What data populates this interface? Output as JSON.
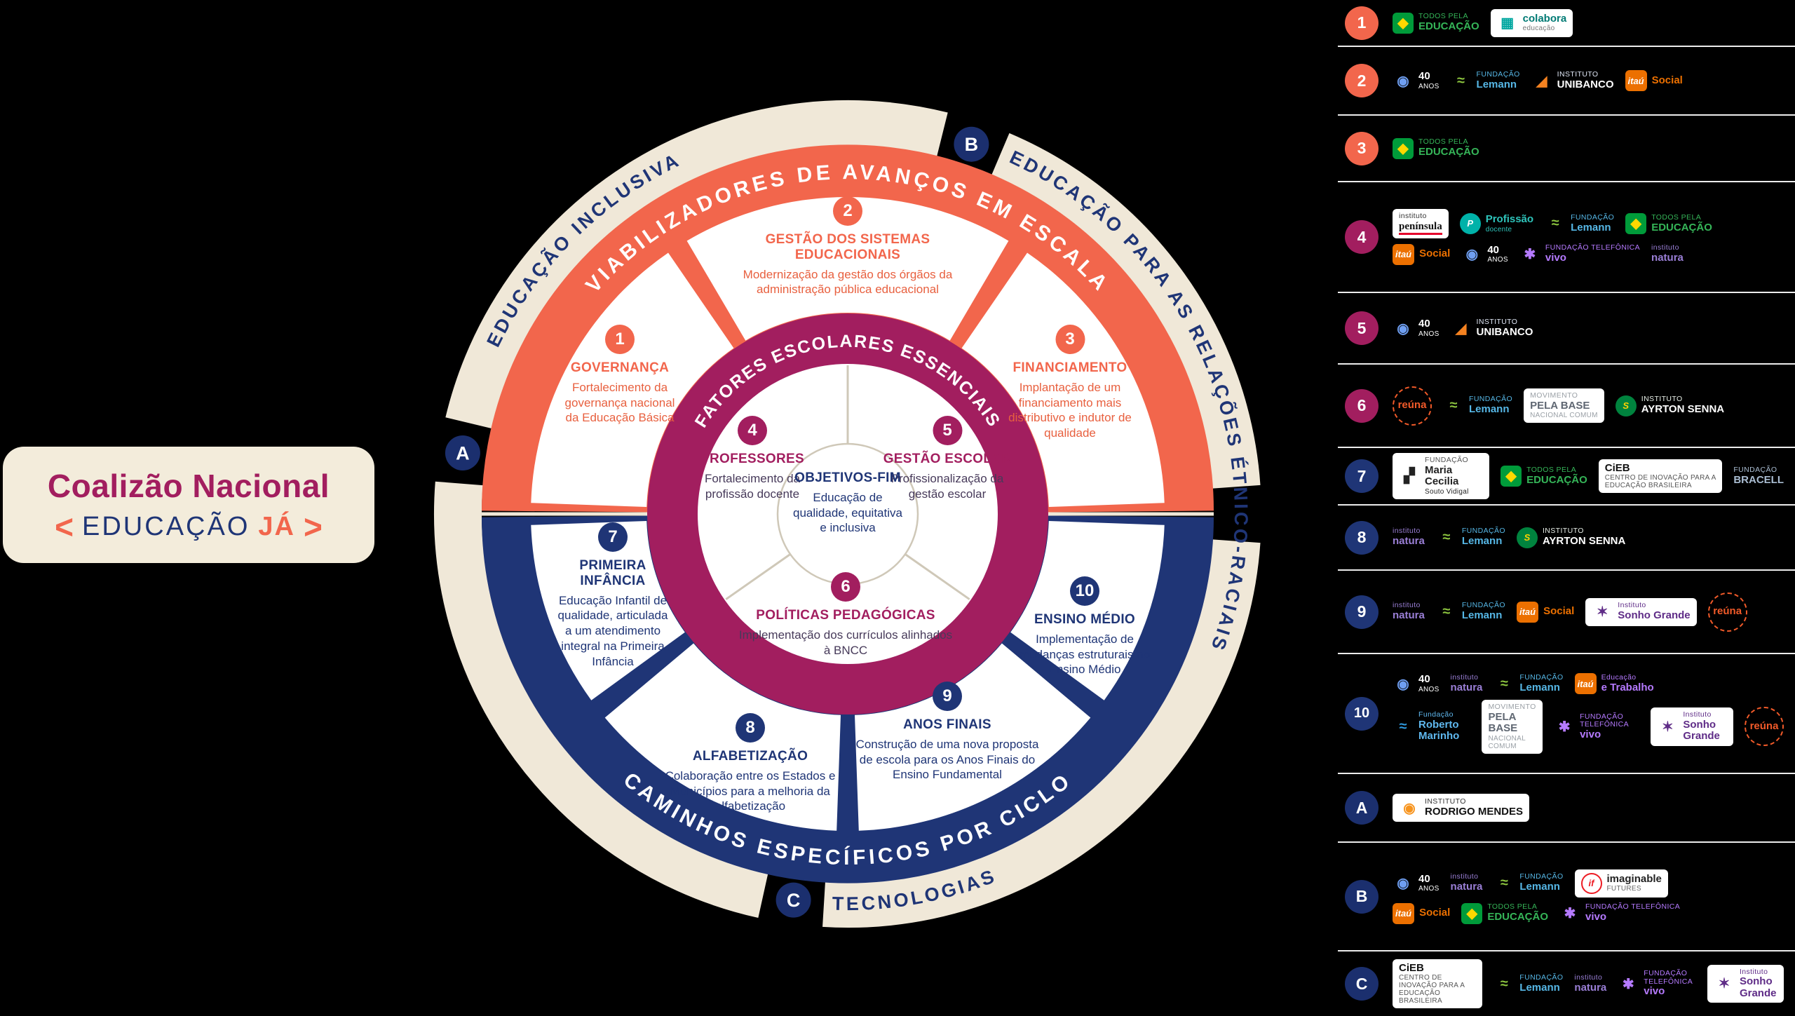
{
  "title_card": {
    "line1": "Coalizão Nacional",
    "educacao": "EDUCAÇÃO",
    "ja": "JÁ",
    "chevron_left": "<",
    "chevron_right": ">"
  },
  "colors": {
    "orange": "#F2664C",
    "magenta": "#A21E5F",
    "navy": "#1F3576",
    "beige": "#F0E8D8",
    "background": "#000000"
  },
  "wheel": {
    "ring_labels": {
      "viabilizadores": "VIABILIZADORES DE AVANÇOS EM ESCALA",
      "caminhos": "CAMINHOS ESPECÍFICOS POR CICLO",
      "fatores": "FATORES ESCOLARES ESSENCIAIS",
      "educacao_inclusiva": "EDUCAÇÃO INCLUSIVA",
      "etnico_raciais": "EDUCAÇÃO PARA AS RELAÇÕES ÉTNICO-RACIAIS",
      "tecnologias": "TECNOLOGIAS"
    },
    "letters": {
      "a": "A",
      "b": "B",
      "c": "C"
    },
    "center": {
      "title": "OBJETIVOS-FIM",
      "desc": "Educação de qualidade, equitativa e inclusiva"
    },
    "segments": [
      {
        "num": "1",
        "title": "GOVERNANÇA",
        "desc": "Fortalecimento da governança nacional da Educação Básica"
      },
      {
        "num": "2",
        "title": "GESTÃO DOS SISTEMAS EDUCACIONAIS",
        "desc": "Modernização da gestão dos órgãos da administração pública educacional"
      },
      {
        "num": "3",
        "title": "FINANCIAMENTO",
        "desc": "Implantação de um financiamento mais distributivo e indutor de qualidade"
      },
      {
        "num": "4",
        "title": "PROFESSORES",
        "desc": "Fortalecimento da profissão docente"
      },
      {
        "num": "5",
        "title": "GESTÃO ESCOLAR",
        "desc": "Profissionalização da gestão escolar"
      },
      {
        "num": "6",
        "title": "POLÍTICAS PEDAGÓGICAS",
        "desc": "Implementação dos currículos alinhados à BNCC"
      },
      {
        "num": "7",
        "title": "PRIMEIRA INFÂNCIA",
        "desc": "Educação Infantil de qualidade, articulada a um atendimento integral na Primeira Infância"
      },
      {
        "num": "8",
        "title": "ALFABETIZAÇÃO",
        "desc": "Colaboração entre os Estados e Municípios para a melhoria da alfabetização"
      },
      {
        "num": "9",
        "title": "ANOS FINAIS",
        "desc": "Construção de uma nova proposta de escola para os Anos Finais do Ensino Fundamental"
      },
      {
        "num": "10",
        "title": "ENSINO MÉDIO",
        "desc": "Implementação de mudanças estruturais no Ensino Médio"
      }
    ]
  },
  "legend": {
    "rows": [
      {
        "badge": "1",
        "group": "orange",
        "lines": [
          [
            "tpe",
            "colabora"
          ]
        ]
      },
      {
        "badge": "2",
        "group": "orange",
        "lines": [
          [
            "u40",
            "lemann",
            "iu",
            "itausocial"
          ]
        ]
      },
      {
        "badge": "3",
        "group": "orange",
        "lines": [
          [
            "tpe"
          ]
        ]
      },
      {
        "badge": "4",
        "group": "magenta",
        "lines": [
          [
            "peninsula",
            "profdoc",
            "lemann",
            "tpe"
          ],
          [
            "itausocial",
            "u40",
            "vivo",
            "natura"
          ]
        ]
      },
      {
        "badge": "5",
        "group": "magenta",
        "lines": [
          [
            "u40",
            "iu"
          ]
        ]
      },
      {
        "badge": "6",
        "group": "magenta",
        "lines": [
          [
            "reuna",
            "lemann",
            "mpb",
            "senna"
          ]
        ]
      },
      {
        "badge": "7",
        "group": "navy",
        "lines": [
          [
            "mcsv",
            "tpe",
            "cieb",
            "bracell"
          ]
        ]
      },
      {
        "badge": "8",
        "group": "navy",
        "lines": [
          [
            "natura",
            "lemann",
            "senna"
          ]
        ]
      },
      {
        "badge": "9",
        "group": "navy",
        "lines": [
          [
            "natura",
            "lemann",
            "itausocial",
            "sonho",
            "reuna"
          ]
        ]
      },
      {
        "badge": "10",
        "group": "navy",
        "lines": [
          [
            "u40",
            "natura",
            "lemann",
            "itau_et"
          ],
          [
            "frm",
            "mpb",
            "vivo",
            "sonho",
            "reuna"
          ]
        ]
      },
      {
        "badge": "A",
        "group": "letter",
        "lines": [
          [
            "irm"
          ]
        ]
      },
      {
        "badge": "B",
        "group": "letter",
        "lines": [
          [
            "u40",
            "natura",
            "lemann",
            "imaginable"
          ],
          [
            "itausocial",
            "tpe",
            "vivo"
          ]
        ]
      },
      {
        "badge": "C",
        "group": "letter",
        "lines": [
          [
            "cieb",
            "lemann",
            "natura",
            "vivo",
            "sonho"
          ]
        ]
      }
    ],
    "logos": {
      "tpe": {
        "label": "Todos Pela Educação",
        "icon": "◆",
        "iconBg": "#009B3A",
        "iconFg": "#FFD800",
        "top": "TODOS PELA",
        "main": "EDUCAÇÃO",
        "topColor": "#35B558",
        "mainColor": "#35B558"
      },
      "colabora": {
        "label": "Colabora Educação",
        "box": true,
        "icon": "▦",
        "iconFg": "#00A7A0",
        "main": "colabora",
        "sub": "educação",
        "mainColor": "#007A74",
        "subColor": "#777777"
      },
      "u40": {
        "label": "40 Anos",
        "icon": "◉",
        "iconFg": "#6F9FF2",
        "main": "40",
        "sub": "ANOS",
        "mainColor": "#FFFFFF",
        "subColor": "#FFFFFF"
      },
      "lemann": {
        "label": "Fundação Lemann",
        "icon": "≈",
        "iconFg": "#8DC63F",
        "top": "FUNDAÇÃO",
        "main": "Lemann",
        "topColor": "#56B7E6",
        "mainColor": "#56B7E6"
      },
      "iu": {
        "label": "Instituto Unibanco",
        "icon": "◢",
        "iconFg": "#F58220",
        "top": "INSTITUTO",
        "main": "UNIBANCO",
        "topColor": "#DFE6F5",
        "mainColor": "#FFFFFF"
      },
      "itausocial": {
        "label": "Itaú Social",
        "iconText": "itaú",
        "iconBg": "#EC7000",
        "iconFg": "#FFFFFF",
        "main": "Social",
        "mainColor": "#EC7000"
      },
      "peninsula": {
        "label": "Instituto Península",
        "box": true,
        "serif": true,
        "accent": "#E4002B",
        "top": "instituto",
        "main": "península",
        "topColor": "#333333",
        "mainColor": "#111111"
      },
      "profdoc": {
        "label": "Profissão Docente",
        "iconText": "P",
        "iconBg": "#00B2A9",
        "iconFg": "#FFFFFF",
        "iconRound": true,
        "main": "Profissão",
        "sub": "docente",
        "mainColor": "#2EC4BB",
        "subColor": "#2EC4BB"
      },
      "vivo": {
        "label": "Fundação Telefônica Vivo",
        "icon": "✱",
        "iconFg": "#B57AFF",
        "top": "FUNDAÇÃO TELEFÔNICA",
        "main": "vivo",
        "topColor": "#B57AFF",
        "mainColor": "#B57AFF"
      },
      "natura": {
        "label": "Instituto Natura",
        "top": "instituto",
        "main": "natura",
        "topColor": "#9A7FD6",
        "mainColor": "#9A7FD6"
      },
      "reuna": {
        "label": "Instituto Reúna",
        "round": true,
        "main": "reúna",
        "mainColor": "#F15A29"
      },
      "mpb": {
        "label": "Movimento Pela Base Nacional Comum",
        "box": true,
        "top": "MOVIMENTO",
        "main": "PELA BASE",
        "sub": "NACIONAL COMUM",
        "topColor": "#9AA0A6",
        "mainColor": "#5F6772",
        "subColor": "#9AA0A6"
      },
      "senna": {
        "label": "Instituto Ayrton Senna",
        "iconText": "S",
        "iconBg": "#00833E",
        "iconFg": "#FFD100",
        "iconRound": true,
        "top": "INSTITUTO",
        "main": "AYRTON SENNA",
        "topColor": "#E8EFE8",
        "mainColor": "#FFFFFF"
      },
      "mcsv": {
        "label": "Fundação Maria Cecilia Souto Vidigal",
        "box": true,
        "icon": "▞",
        "iconFg": "#222222",
        "top": "FUNDAÇÃO",
        "main": "Maria Cecilia",
        "sub": "Souto Vidigal",
        "topColor": "#555555",
        "mainColor": "#222222",
        "subColor": "#222222"
      },
      "cieb": {
        "label": "CIEB — Centro de Inovação para a Educação Brasileira",
        "box": true,
        "main": "CiEB",
        "sub": "CENTRO DE INOVAÇÃO PARA A EDUCAÇÃO BRASILEIRA",
        "mainColor": "#111111",
        "subColor": "#555555"
      },
      "bracell": {
        "label": "Fundação Bracell",
        "top": "FUNDAÇÃO",
        "main": "BRACELL",
        "topColor": "#AABDD2",
        "mainColor": "#AABDD2"
      },
      "sonho": {
        "label": "Instituto Sonho Grande",
        "box": true,
        "icon": "✶",
        "iconFg": "#5F2C87",
        "top": "Instituto",
        "main": "Sonho Grande",
        "topColor": "#5F2C87",
        "mainColor": "#5F2C87"
      },
      "itau_et": {
        "label": "Itaú Educação e Trabalho",
        "iconText": "itaú",
        "iconBg": "#EC7000",
        "iconFg": "#FFFFFF",
        "top": "Educação",
        "main": "e Trabalho",
        "topColor": "#B57AFF",
        "mainColor": "#B57AFF"
      },
      "frm": {
        "label": "Fundação Roberto Marinho",
        "icon": "≈",
        "iconFg": "#2F9BE0",
        "top": "Fundação",
        "main": "Roberto Marinho",
        "topColor": "#5FB8EF",
        "mainColor": "#5FB8EF"
      },
      "irm": {
        "label": "Instituto Rodrigo Mendes",
        "box": true,
        "icon": "◉",
        "iconFg": "#F7941E",
        "top": "INSTITUTO",
        "main": "RODRIGO MENDES",
        "topColor": "#333333",
        "mainColor": "#111111"
      },
      "imaginable": {
        "label": "Imaginable Futures",
        "box": true,
        "iconText": "if",
        "iconFg": "#ED1C24",
        "iconBorder": "#ED1C24",
        "iconRound": true,
        "main": "imaginable",
        "sub": "FUTURES",
        "mainColor": "#222222",
        "subColor": "#666666"
      }
    }
  }
}
